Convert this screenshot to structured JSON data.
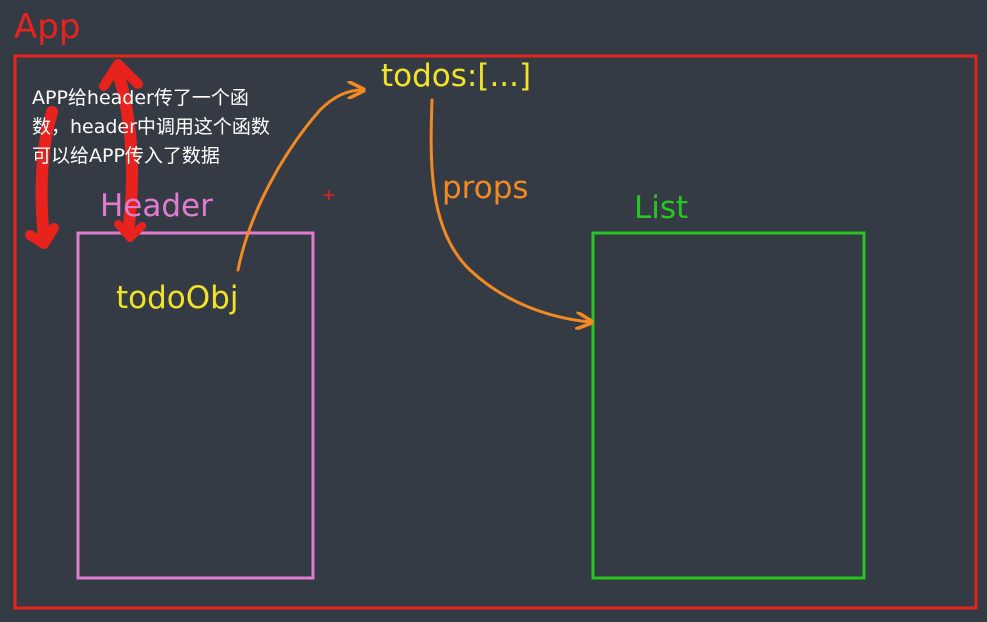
{
  "labels": {
    "app": "App",
    "header": "Header",
    "list": "List",
    "todos": "todos:[...]",
    "todo_obj": "todoObj",
    "props": "props"
  },
  "annotation": {
    "text": "APP给header传了一个函数，header中调用这个函数可以给APP传入了数据"
  },
  "colors": {
    "background": "#353b44",
    "app_box": "#e8231d",
    "header_box": "#e07ccf",
    "list_box": "#27c521",
    "data_text": "#f1e327",
    "arrow": "#f18a22",
    "note_text": "#ffffff"
  }
}
